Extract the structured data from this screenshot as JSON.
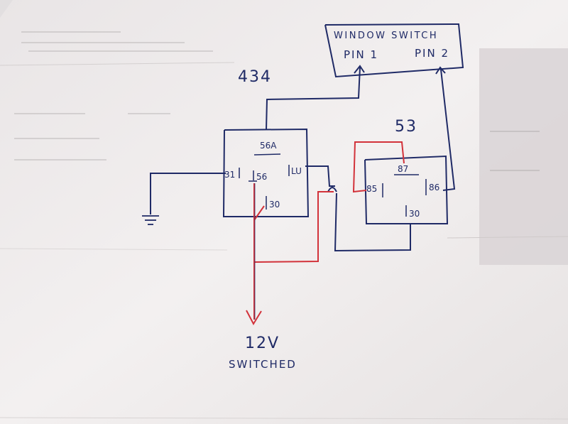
{
  "labels": {
    "window_switch": "WINDOW SWITCH",
    "pin1": "PIN 1",
    "pin2": "PIN 2",
    "relay1_id": "434",
    "relay2_id": "53",
    "r1_56a": "56A",
    "r1_31": "31",
    "r1_56": "56",
    "r1_lu": "LU",
    "r1_30": "30",
    "r2_87": "87",
    "r2_85": "85",
    "r2_86": "86",
    "r2_30": "30",
    "supply_voltage": "12V",
    "supply_type": "SWITCHED"
  },
  "colors": {
    "ink": "#1f2a66",
    "wire_red": "#d2323a",
    "paper": "#f1eeee",
    "paper_shadow": "#dedad9"
  }
}
